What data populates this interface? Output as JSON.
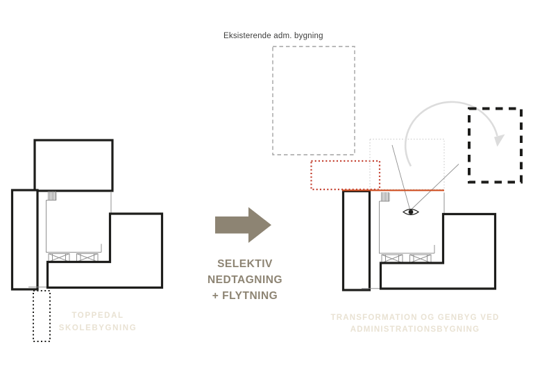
{
  "colors": {
    "accent": "#8d8473",
    "caption": "#e9e2d3",
    "ink": "#1d1d1b",
    "line_gray": "#8f8f8f",
    "dash_gray": "#a2a2a2",
    "dot_red": "#c23b2a",
    "line_orange": "#cf4f22",
    "arc_gray": "#dcdcdc",
    "dot_light": "#c9c9c9",
    "annotation": "#3c3c3b"
  },
  "left_diagram": {
    "caption_line1": "TOPPEDAL",
    "caption_line2": "SKOLEBYGNING"
  },
  "transition": {
    "label_line1": "SELEKTIV",
    "label_line2": "NEDTAGNING",
    "label_line3": "+ FLYTNING"
  },
  "right_diagram": {
    "annotation": "Eksisterende adm. bygning",
    "caption_line1": "TRANSFORMATION OG GENBYG VED",
    "caption_line2": "ADMINISTRATIONSBYGNING"
  },
  "icons": {
    "transform_arrow": "arrow-right-icon",
    "rotate_move": "curved-arrow-icon",
    "viewpoint": "eye-icon"
  }
}
